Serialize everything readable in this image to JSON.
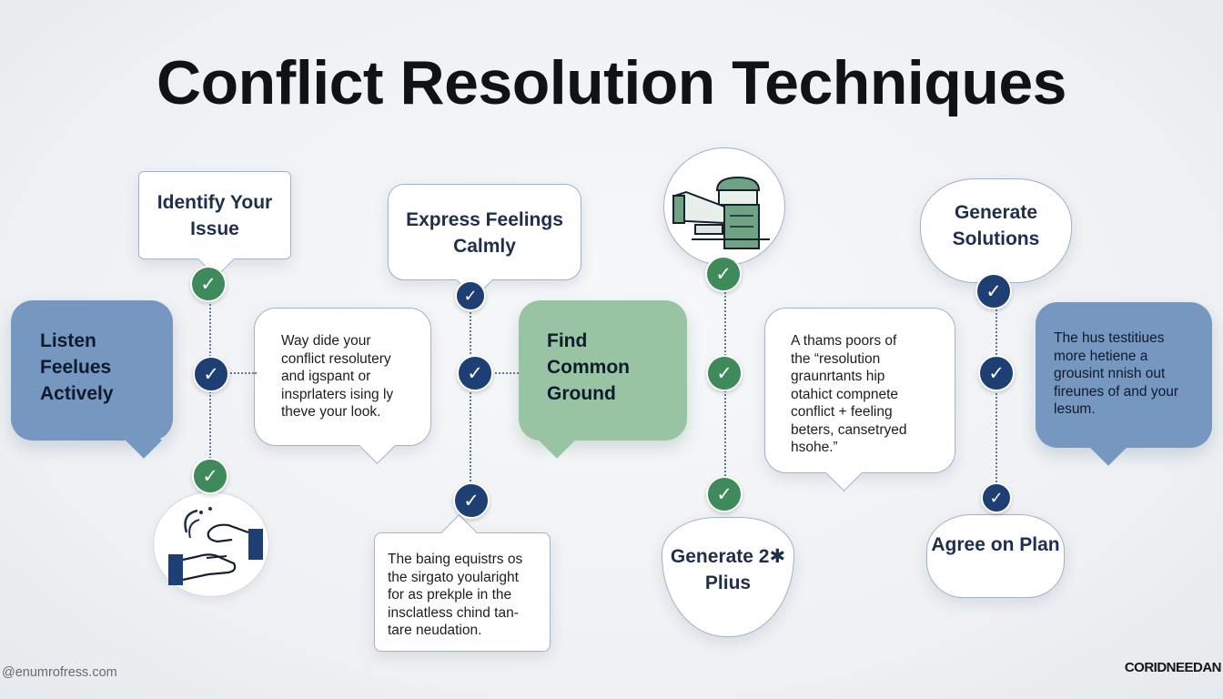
{
  "title": "Conflict Resolution Techniques",
  "steps": {
    "identify": "Identify Your Issue",
    "express": "Express Feelings Calmly",
    "generate_solutions": "Generate Solutions",
    "listen": "Listen Feelues Actively",
    "find_common": "Find Common Ground",
    "generate_2x": "Generate 2✱ Plius",
    "agree": "Agree on Plan"
  },
  "notes": {
    "way": [
      "Way dide your",
      "conflict resolutery",
      "and igspant or",
      "insprlaters ising ly",
      "theve your look."
    ],
    "athams": [
      "A thams poors of",
      "the “resolution",
      "graunrtants hip",
      "otahict compnete",
      "conflict + feeling",
      "beters, cansetryed",
      "hsohe.”"
    ],
    "thehus": [
      "The hus testitiues",
      "more hetiene a",
      "grousint nnish out",
      "fireunes of and your",
      "lesum."
    ],
    "thebaing": [
      "The baing equistrs os",
      "the sirgato yoularight",
      "for as prekple in the",
      "insclatless chind tan-",
      "tare neudation."
    ]
  },
  "footer": {
    "left": "@enumrofress.com",
    "right": "CORIDNEEDAN"
  },
  "colors": {
    "navy": "#1d3f73",
    "green": "#3e8a5a",
    "blue_bubble": "#7597c0",
    "green_bubble": "#98c4a4"
  },
  "icons": [
    "check-icon",
    "handshake-icon",
    "mechanism-icon"
  ]
}
